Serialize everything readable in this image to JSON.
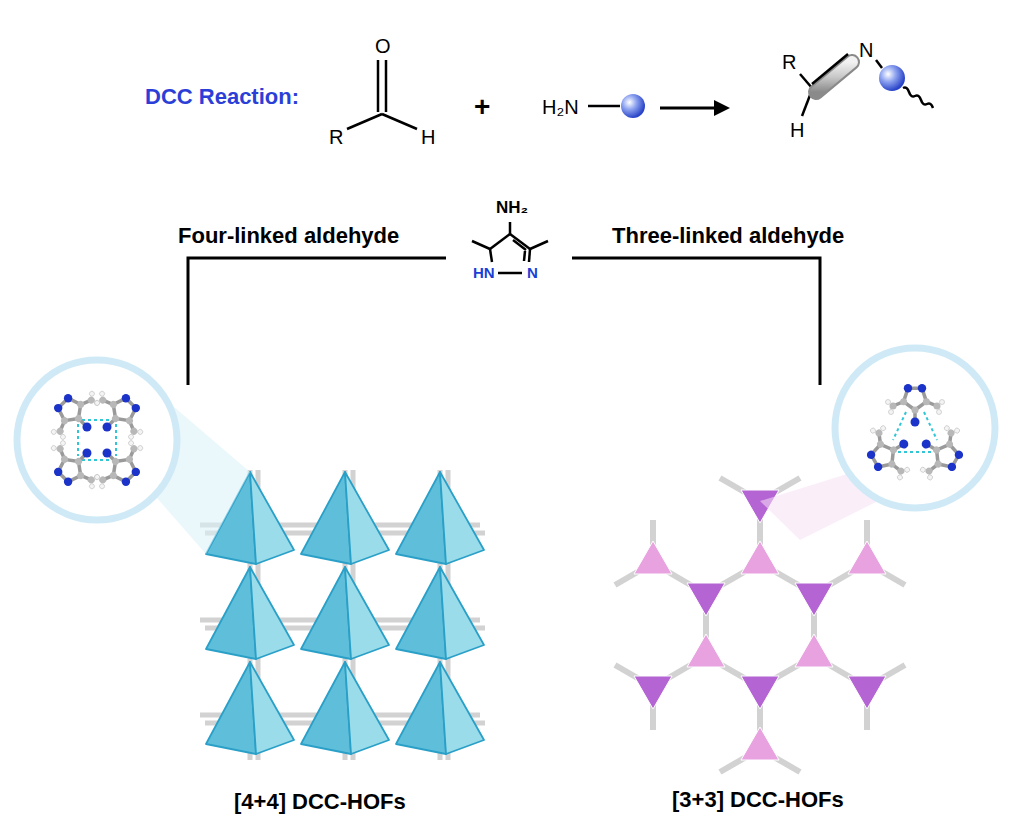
{
  "diagram": {
    "labels": [
      "DCC Reaction:",
      "O",
      "R",
      "H",
      "+",
      "H₂N",
      "R",
      "N",
      "H",
      "NH₂",
      "HN",
      "N",
      "Four-linked aldehyde",
      "Three-linked aldehyde",
      "[4+4] DCC-HOFs",
      "[3+3] DCC-HOFs"
    ]
  }
}
